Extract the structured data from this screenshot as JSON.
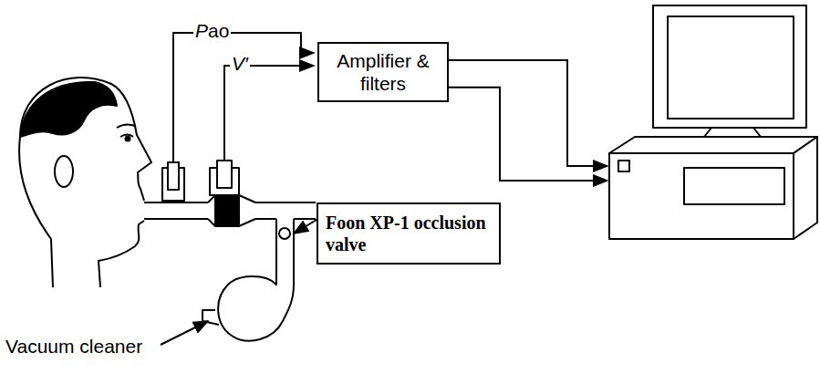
{
  "diagram": {
    "nodes": [
      {
        "text": [
          "Amplifier & filters"
        ]
      },
      {
        "text": [
          "Foon XP-1 occlusion valve"
        ]
      }
    ],
    "labels": [
      "Pao",
      "V′",
      "Vacuum cleaner"
    ]
  }
}
